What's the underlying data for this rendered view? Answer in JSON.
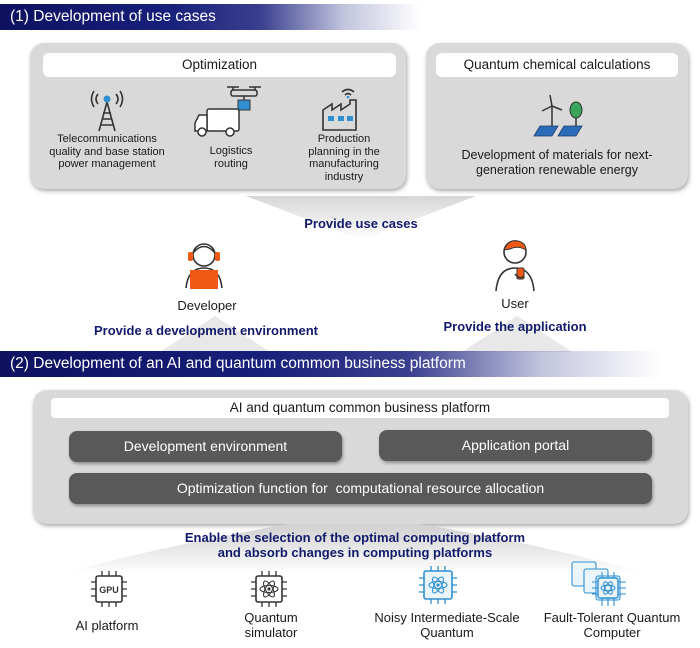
{
  "section1": {
    "title": "(1) Development of use cases",
    "optimization": {
      "title": "Optimization",
      "items": [
        {
          "label": "Telecommunications quality and base station power management",
          "icon": "antenna-tower-icon"
        },
        {
          "label": "Logistics routing",
          "icon": "drone-truck-icon"
        },
        {
          "label": "Production planning in the manufacturing industry",
          "icon": "factory-icon"
        }
      ]
    },
    "quantum": {
      "title": "Quantum chemical calculations",
      "item": {
        "label": "Development of materials for next-generation renewable energy",
        "icon": "wind-solar-icon"
      }
    }
  },
  "flow": {
    "provide_use_cases": "Provide use cases",
    "developer": "Developer",
    "user": "User",
    "provide_dev_env": "Provide a development environment",
    "provide_app": "Provide the application"
  },
  "section2": {
    "title": "(2) Development of an AI and quantum common business platform",
    "platform_title": "AI and quantum common business platform",
    "dev_env": "Development environment",
    "app_portal": "Application portal",
    "optimization_function": "Optimization function for  computational resource allocation"
  },
  "enable_text": {
    "line1": "Enable the selection of the optimal computing platform",
    "line2": "and absorb changes in computing platforms"
  },
  "platforms": [
    {
      "label": "AI platform",
      "icon": "gpu-chip-icon"
    },
    {
      "label": "Quantum simulator",
      "icon": "quantum-chip-icon"
    },
    {
      "label": "Noisy Intermediate-Scale Quantum",
      "icon": "nisq-chip-icon"
    },
    {
      "label": "Fault-Tolerant Quantum Computer",
      "icon": "ftqc-chips-icon"
    }
  ],
  "gpu_text": "GPU",
  "colors": {
    "navy": "#121a6b",
    "panel": "#d9d9d9",
    "dark_button": "#595959",
    "accent_orange": "#f05a14",
    "accent_blue": "#2f8fd0"
  }
}
